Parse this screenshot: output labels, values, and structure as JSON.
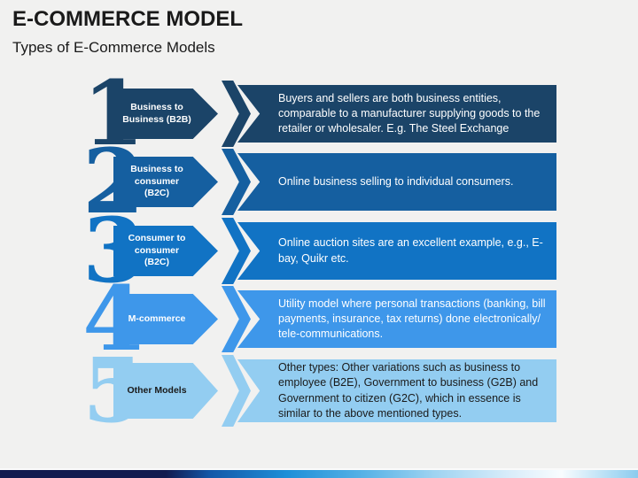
{
  "slide": {
    "title": "E-COMMERCE MODEL",
    "subtitle": "Types of E-Commerce Models"
  },
  "rows": [
    {
      "number": "1",
      "label": "Business to Business (B2B)",
      "description": "Buyers and sellers are both business entities, comparable to a manufacturer supplying goods to the retailer or wholesaler. E.g. The Steel Exchange",
      "color": "#1B4468",
      "label_color": "#FFFFFF",
      "text_color": "#FFFFFF"
    },
    {
      "number": "2",
      "label": "Business to consumer (B2C)",
      "description": "Online business selling to individual consumers.",
      "color": "#155FA0",
      "label_color": "#FFFFFF",
      "text_color": "#FFFFFF"
    },
    {
      "number": "3",
      "label": "Consumer to consumer (B2C)",
      "description": "Online auction sites are an excellent example, e.g., E-bay, Quikr etc.",
      "color": "#1173C4",
      "label_color": "#FFFFFF",
      "text_color": "#FFFFFF"
    },
    {
      "number": "4",
      "label": "M-commerce",
      "description": "Utility model where personal transactions (banking, bill payments, insurance, tax returns) done electronically/ tele-communications.",
      "color": "#3E97EA",
      "label_color": "#FFFFFF",
      "text_color": "#FFFFFF"
    },
    {
      "number": "5",
      "label": "Other Models",
      "description": "Other types: Other variations such as business to employee (B2E), Government to business (G2B) and Government to citizen (G2C), which in essence is similar to the above mentioned types.",
      "color": "#93CDF1",
      "label_color": "#1A1A1A",
      "text_color": "#1A1A1A"
    }
  ],
  "footer": {
    "gradient": [
      "#121B4F",
      "#1358A8",
      "#1E8FD8",
      "#57B2E6",
      "#9ED3F1",
      "#D9EDFA",
      "#F8FCFE",
      "#AFDCF4",
      "#8CCBEE"
    ]
  }
}
